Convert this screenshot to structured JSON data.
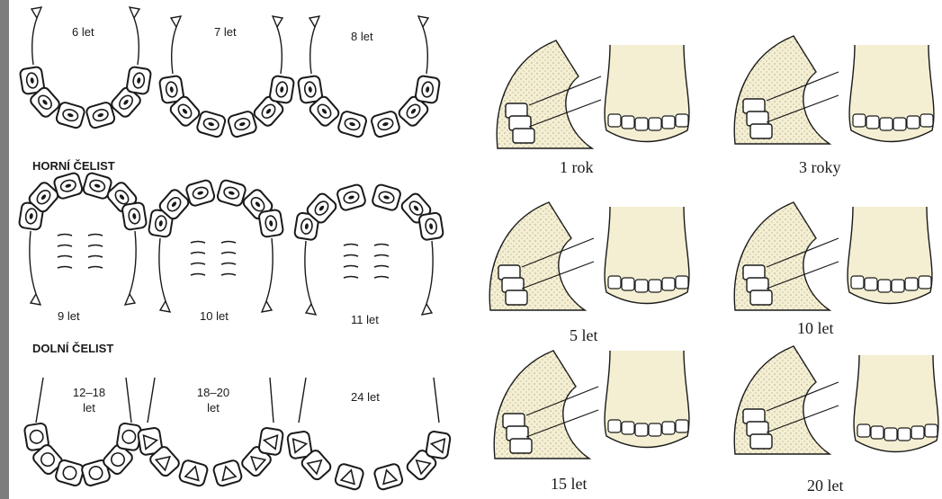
{
  "left_panel": {
    "upper_jaw_heading": "HORNÍ ČELIST",
    "lower_jaw_heading": "DOLNÍ ČELIST",
    "row1_labels": [
      "6 let",
      "7 let",
      "8 let"
    ],
    "row2_labels": [
      "9 let",
      "10 let",
      "11 let"
    ],
    "row3_labels": [
      "12–18\nlet",
      "18–20\nlet",
      "24 let"
    ]
  },
  "right_panel": {
    "labels": [
      "1 rok",
      "3 roky",
      "5 let",
      "10 let",
      "15 let",
      "20 let"
    ]
  },
  "colors": {
    "ink": "#1a1a1a",
    "left_background": "#ffffff",
    "right_background": "#ffffff",
    "gum_fill": "#f4efd2",
    "stipple": "#8a8266",
    "left_edge_strip": "#7d7d7d"
  }
}
